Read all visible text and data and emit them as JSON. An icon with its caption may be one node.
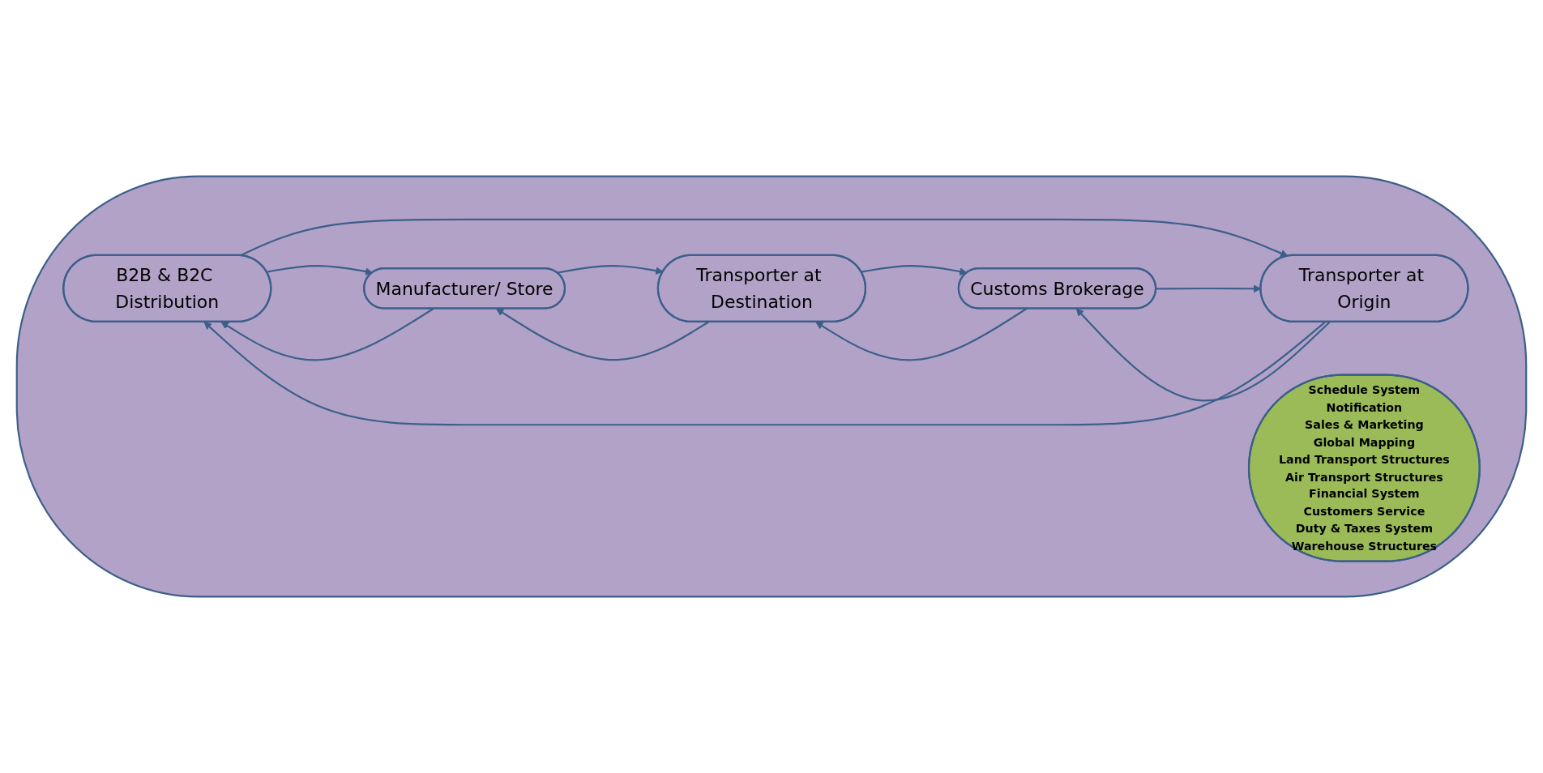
{
  "diagram": {
    "nodes": [
      {
        "text": [],
        "shape": "ellipse"
      },
      {
        "text": [
          "B2B & B2C Distribution"
        ],
        "in": 0
      },
      {
        "text": [
          "Manufacturer/ Store"
        ],
        "in": 0
      },
      {
        "text": [
          "Transporter at Origin"
        ],
        "in": 0
      },
      {
        "text": [
          "Schedule System",
          "Notification",
          "Sales & Marketing",
          "Global Mapping",
          "Land Transport Structures",
          "Air Transport Structures",
          "Financial System",
          "Customers Service",
          "Duty & Taxes System",
          "Warehouse Structures"
        ],
        "in": 0
      },
      {
        "text": [
          "Transporter at Destination"
        ],
        "in": 0
      },
      {
        "text": [
          "Customs Brokerage"
        ],
        "in": 0
      }
    ],
    "edges": [
      {
        "from": 2,
        "to": 1,
        "arrow": "to"
      },
      {
        "from": 1,
        "to": 2,
        "arrow": "to"
      },
      {
        "from": 1,
        "to": 3,
        "arrow": "to"
      },
      {
        "from": 3,
        "to": 1,
        "arrow": "to"
      },
      {
        "from": 3,
        "to": 6,
        "arrow": "to"
      },
      {
        "from": 6,
        "to": 3,
        "arrow": "to"
      },
      {
        "from": 6,
        "to": 5,
        "arrow": "to"
      },
      {
        "from": 5,
        "to": 6,
        "arrow": "to"
      },
      {
        "from": 5,
        "to": 2,
        "arrow": "to"
      },
      {
        "from": 2,
        "to": 5,
        "arrow": "to"
      }
    ]
  }
}
